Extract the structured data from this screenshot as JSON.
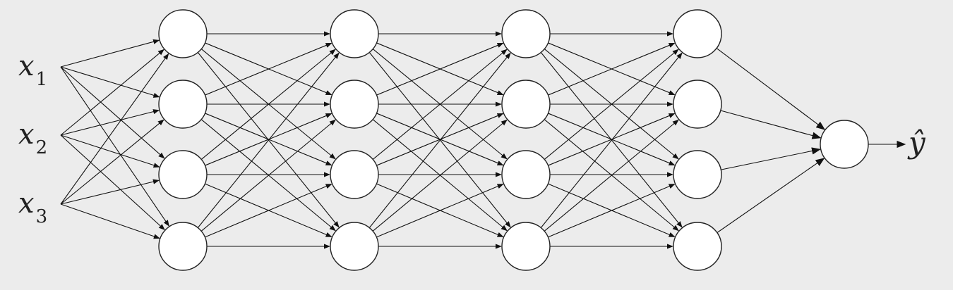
{
  "diagram": {
    "inputs": [
      {
        "var": "x",
        "sub": "1"
      },
      {
        "var": "x",
        "sub": "2"
      },
      {
        "var": "x",
        "sub": "3"
      }
    ],
    "hidden_layers": [
      4,
      4,
      4,
      4
    ],
    "output": {
      "label": "ŷ"
    },
    "colors": {
      "background": "#ececec",
      "node_fill": "#ffffff",
      "stroke": "#111111"
    }
  }
}
